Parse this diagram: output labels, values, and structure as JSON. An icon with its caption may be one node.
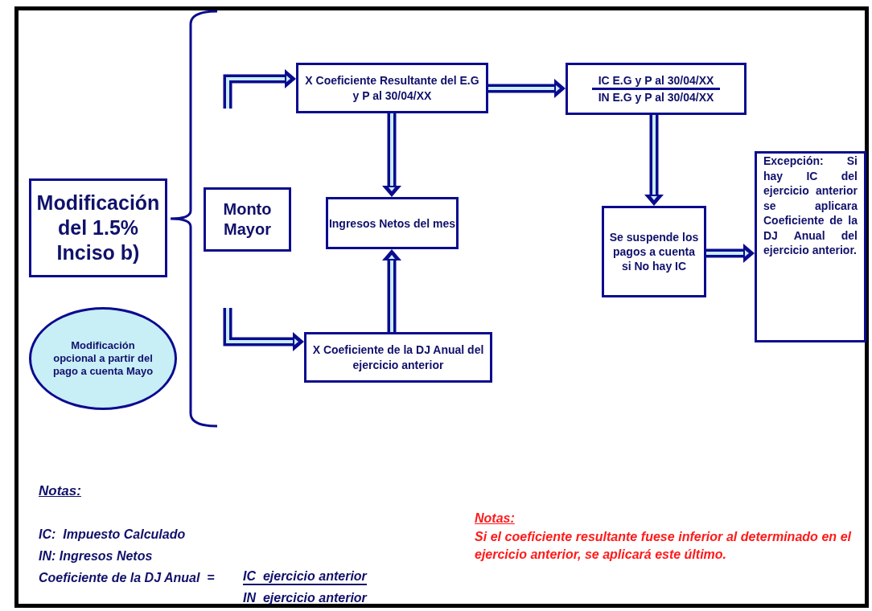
{
  "diagram": {
    "nodes": [
      {
        "text": [
          "Modificación del  1.5% Inciso b)"
        ]
      },
      {
        "text": [
          "Modificación opcional a partir del pago a cuenta Mayo"
        ]
      },
      {
        "text": [
          "Monto Mayor"
        ]
      },
      {
        "text": [
          "X     Coeficiente Resultante del  E.G y P al 30/04/XX"
        ]
      },
      {
        "text": [
          "Ingresos Netos del mes"
        ]
      },
      {
        "text": [
          "X Coeficiente de la DJ Anual del ejercicio anterior"
        ]
      },
      {
        "text": [
          "IC  E.G y P al 30/04/XX",
          "IN  E.G y P al 30/04/XX"
        ]
      },
      {
        "text": [
          "Se suspende los pagos a cuenta si No hay IC"
        ]
      },
      {
        "text": [
          "Excepción: Si hay IC del ejercicio anterior se aplicara Coeficiente de la DJ Anual del ejercicio anterior."
        ]
      }
    ],
    "edges": [
      {
        "from": null,
        "to": 3,
        "arrow": "to"
      },
      {
        "from": null,
        "to": 5,
        "arrow": "to"
      },
      {
        "from": 3,
        "to": 4,
        "arrow": "to"
      },
      {
        "from": 5,
        "to": 4,
        "arrow": "to"
      },
      {
        "from": 3,
        "to": 6,
        "arrow": "to"
      },
      {
        "from": 6,
        "to": 7,
        "arrow": "to"
      },
      {
        "from": 7,
        "to": 8,
        "arrow": "to"
      }
    ],
    "labels": [
      "Notas:",
      "IC:  Impuesto Calculado",
      "IN: Ingresos Netos",
      "Coeficiente de la DJ Anual  =",
      "IC  ejercicio anterior",
      "IN  ejercicio anterior",
      "Notas:",
      "Si el coeficiente resultante fuese inferior al determinado en el ejercicio anterior, se aplicará este último."
    ]
  }
}
